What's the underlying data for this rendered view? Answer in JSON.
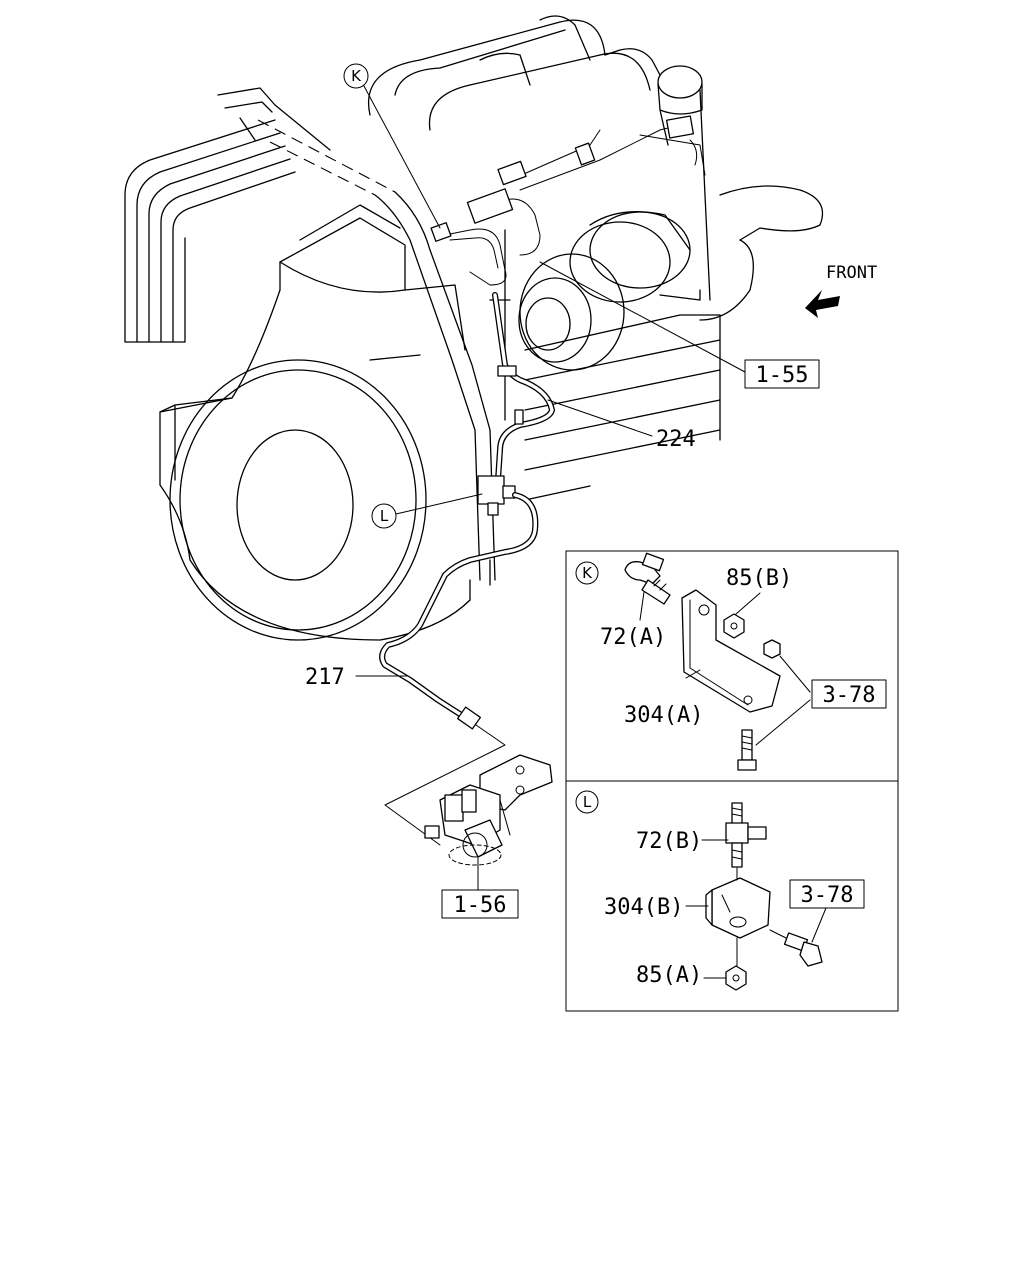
{
  "direction_label": "FRONT",
  "callouts": {
    "k": "K",
    "l": "L"
  },
  "main_labels": {
    "ref_1_55": "1-55",
    "part_224": "224",
    "part_217": "217",
    "ref_1_56": "1-56"
  },
  "detail_k": {
    "marker": "K",
    "part_72a": "72(A)",
    "part_85b": "85(B)",
    "part_304a": "304(A)",
    "ref_3_78": "3-78"
  },
  "detail_l": {
    "marker": "L",
    "part_72b": "72(B)",
    "part_304b": "304(B)",
    "part_85a": "85(A)",
    "ref_3_78": "3-78"
  }
}
